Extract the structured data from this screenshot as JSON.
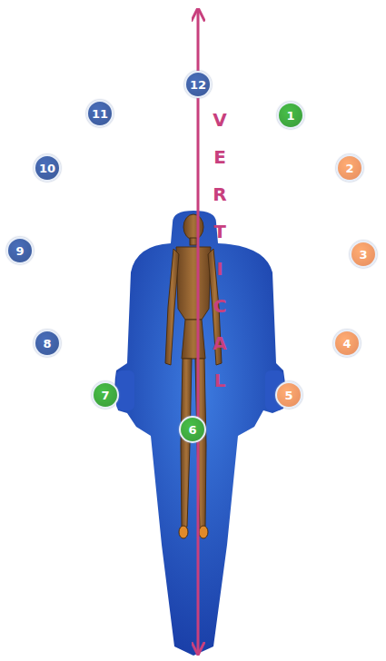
{
  "diagram": {
    "nodes": [
      {
        "text": [
          "12"
        ]
      },
      {
        "text": [
          "11"
        ]
      },
      {
        "text": [
          "1"
        ]
      },
      {
        "text": [
          "10"
        ]
      },
      {
        "text": [
          "2"
        ]
      },
      {
        "text": [
          "9"
        ]
      },
      {
        "text": [
          "3"
        ]
      },
      {
        "text": [
          "8"
        ]
      },
      {
        "text": [
          "4"
        ]
      },
      {
        "text": [
          "7"
        ]
      },
      {
        "text": [
          "5"
        ]
      },
      {
        "text": [
          "6"
        ]
      }
    ],
    "labels": [
      "VERTICAL"
    ]
  }
}
